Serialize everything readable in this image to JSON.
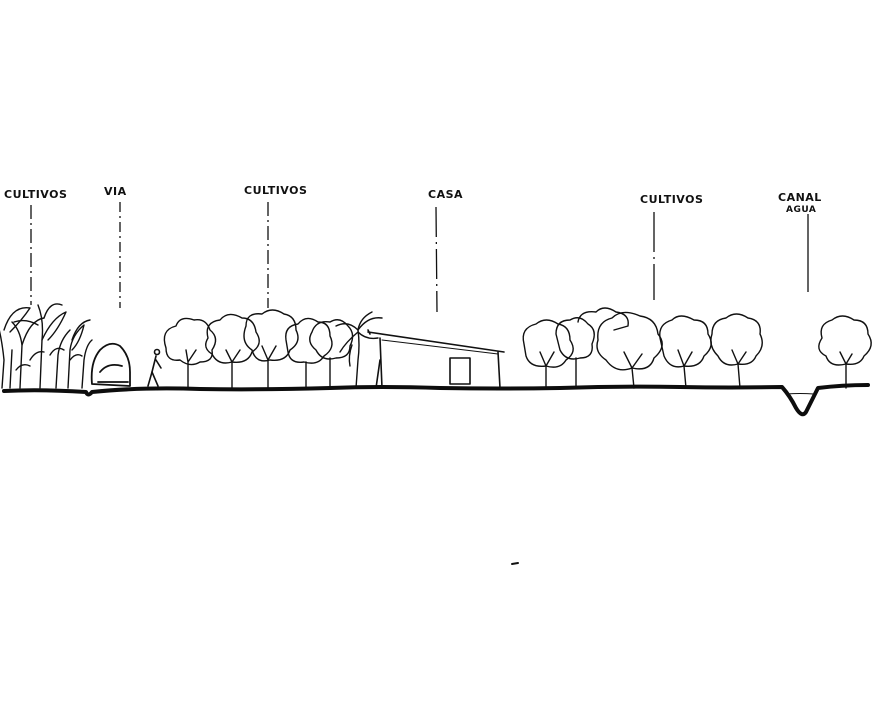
{
  "labels": {
    "cultivos_left": "CULTIVOS",
    "via": "VIA",
    "cultivos_center": "CULTIVOS",
    "casa": "CASA",
    "cultivos_right": "CULTIVOS",
    "canal_line1": "CANAL",
    "canal_line2": "AGUA"
  }
}
